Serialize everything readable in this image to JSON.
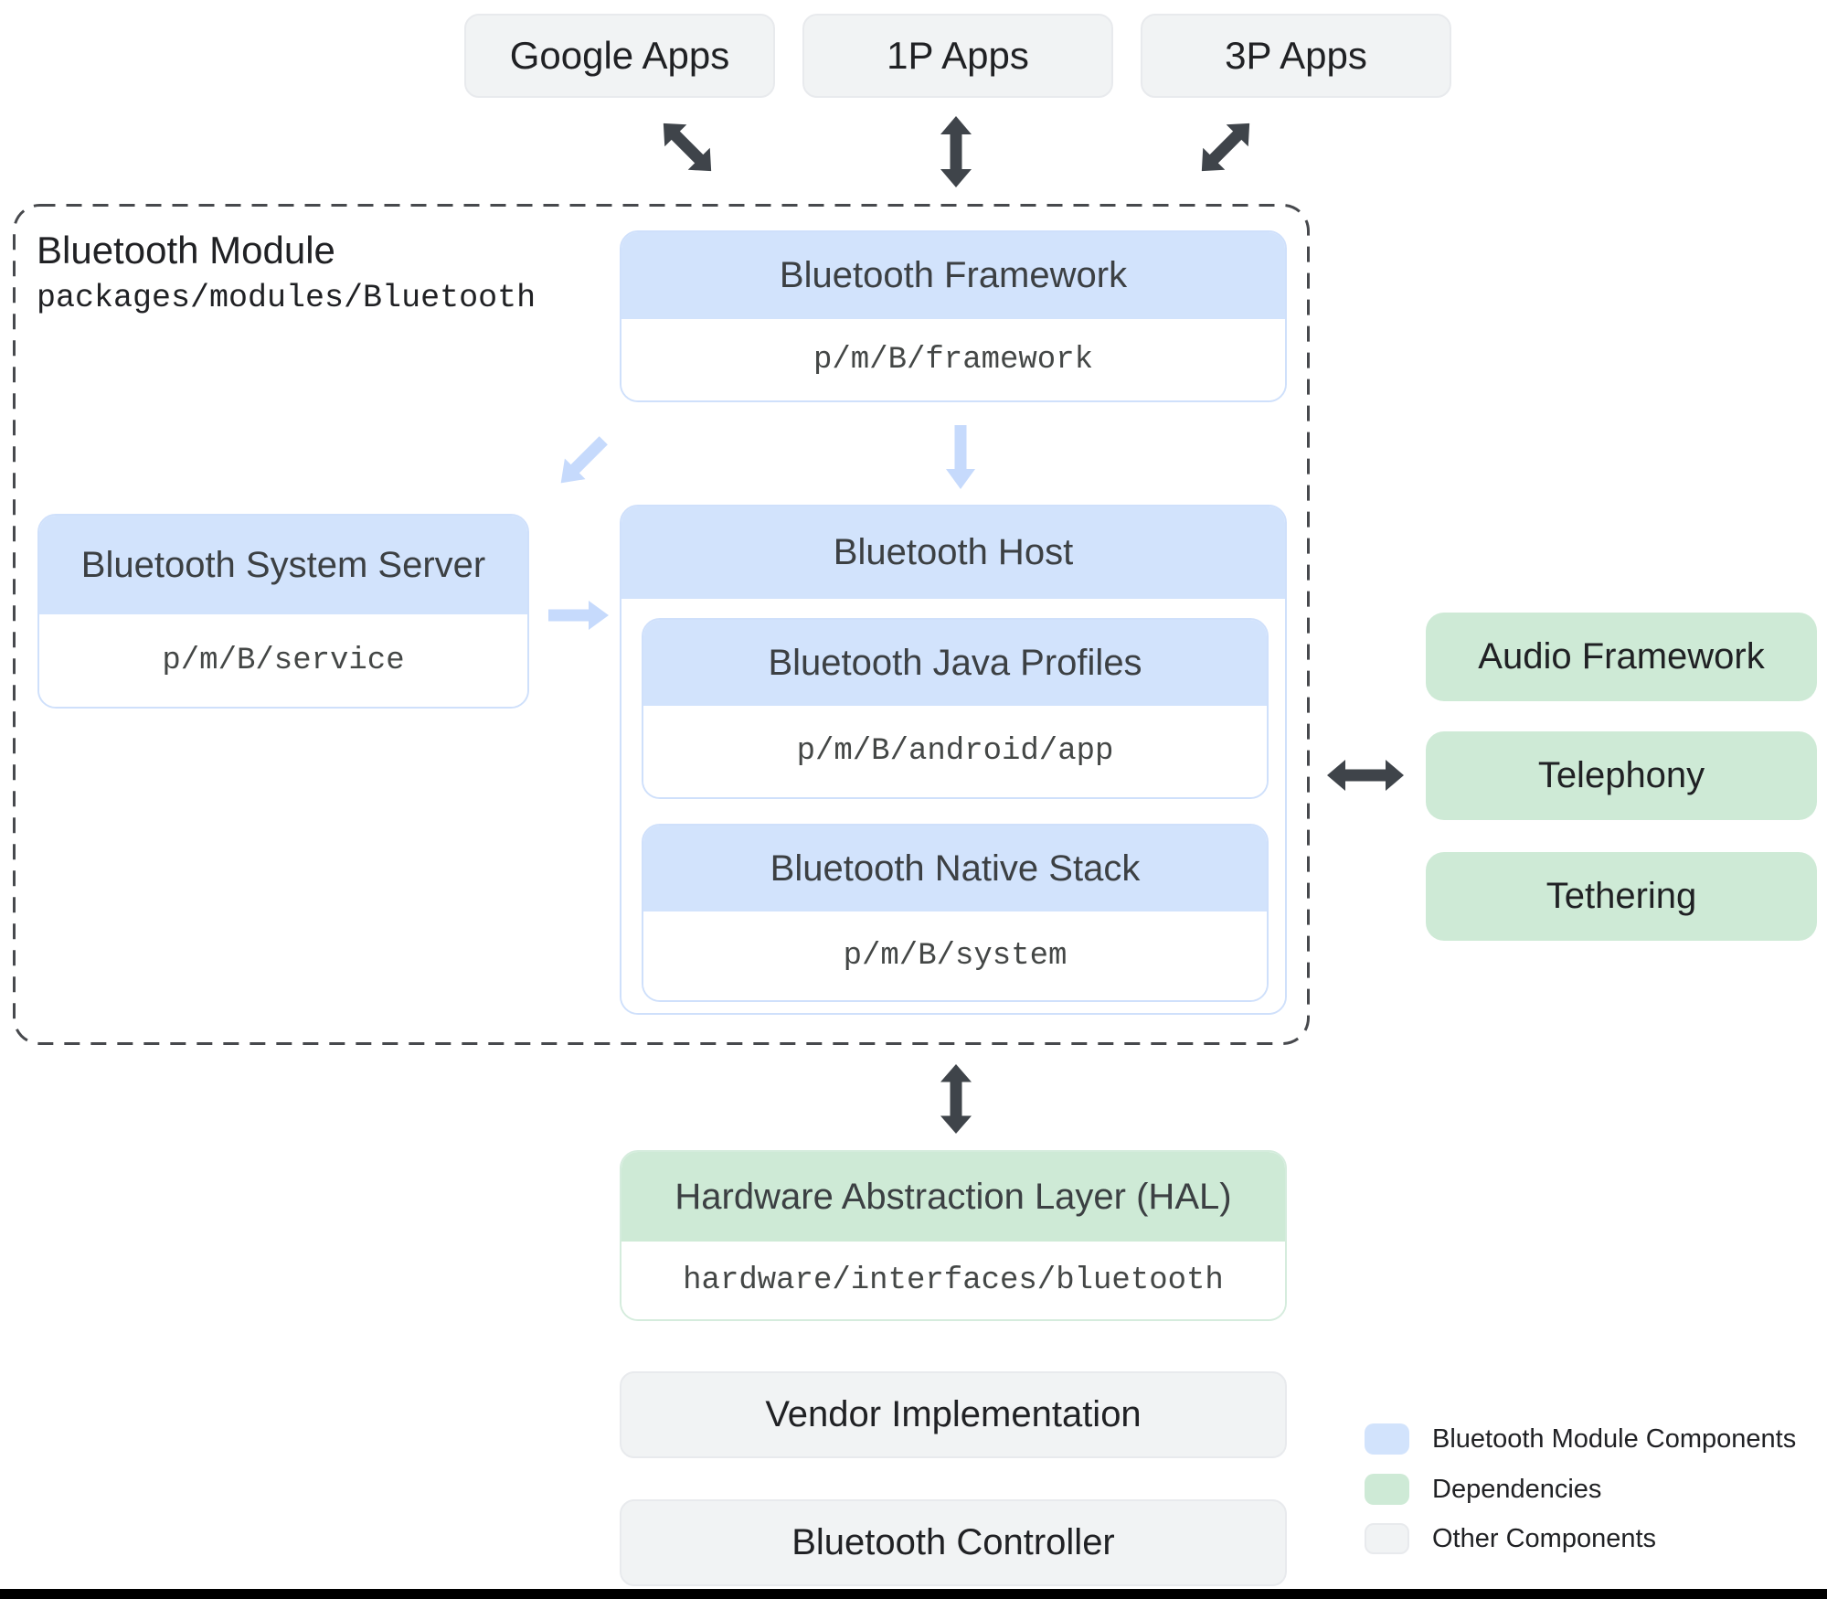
{
  "top_apps": [
    {
      "label": "Google Apps"
    },
    {
      "label": "1P Apps"
    },
    {
      "label": "3P Apps"
    }
  ],
  "module": {
    "title": "Bluetooth Module",
    "path": "packages/modules/Bluetooth",
    "framework": {
      "title": "Bluetooth Framework",
      "path": "p/m/B/framework"
    },
    "system_server": {
      "title": "Bluetooth System Server",
      "path": "p/m/B/service"
    },
    "host": {
      "title": "Bluetooth Host",
      "java_profiles": {
        "title": "Bluetooth Java Profiles",
        "path": "p/m/B/android/app"
      },
      "native_stack": {
        "title": "Bluetooth Native Stack",
        "path": "p/m/B/system"
      }
    }
  },
  "dependencies": [
    {
      "label": "Audio Framework"
    },
    {
      "label": "Telephony"
    },
    {
      "label": "Tethering"
    }
  ],
  "hal": {
    "title": "Hardware Abstraction Layer (HAL)",
    "path": "hardware/interfaces/bluetooth"
  },
  "other_components": [
    {
      "label": "Vendor Implementation"
    },
    {
      "label": "Bluetooth Controller"
    }
  ],
  "legend": [
    {
      "label": "Bluetooth Module Components",
      "color": "#d2e3fc"
    },
    {
      "label": "Dependencies",
      "color": "#ceead6"
    },
    {
      "label": "Other Components",
      "color": "#f1f3f4"
    }
  ],
  "colors": {
    "module_fill": "#d2e3fc",
    "dependency_fill": "#ceead6",
    "other_fill": "#f1f3f4",
    "dark_arrow": "#3f444a",
    "light_arrow": "#c6dafc",
    "dashed_border": "#47494d"
  }
}
